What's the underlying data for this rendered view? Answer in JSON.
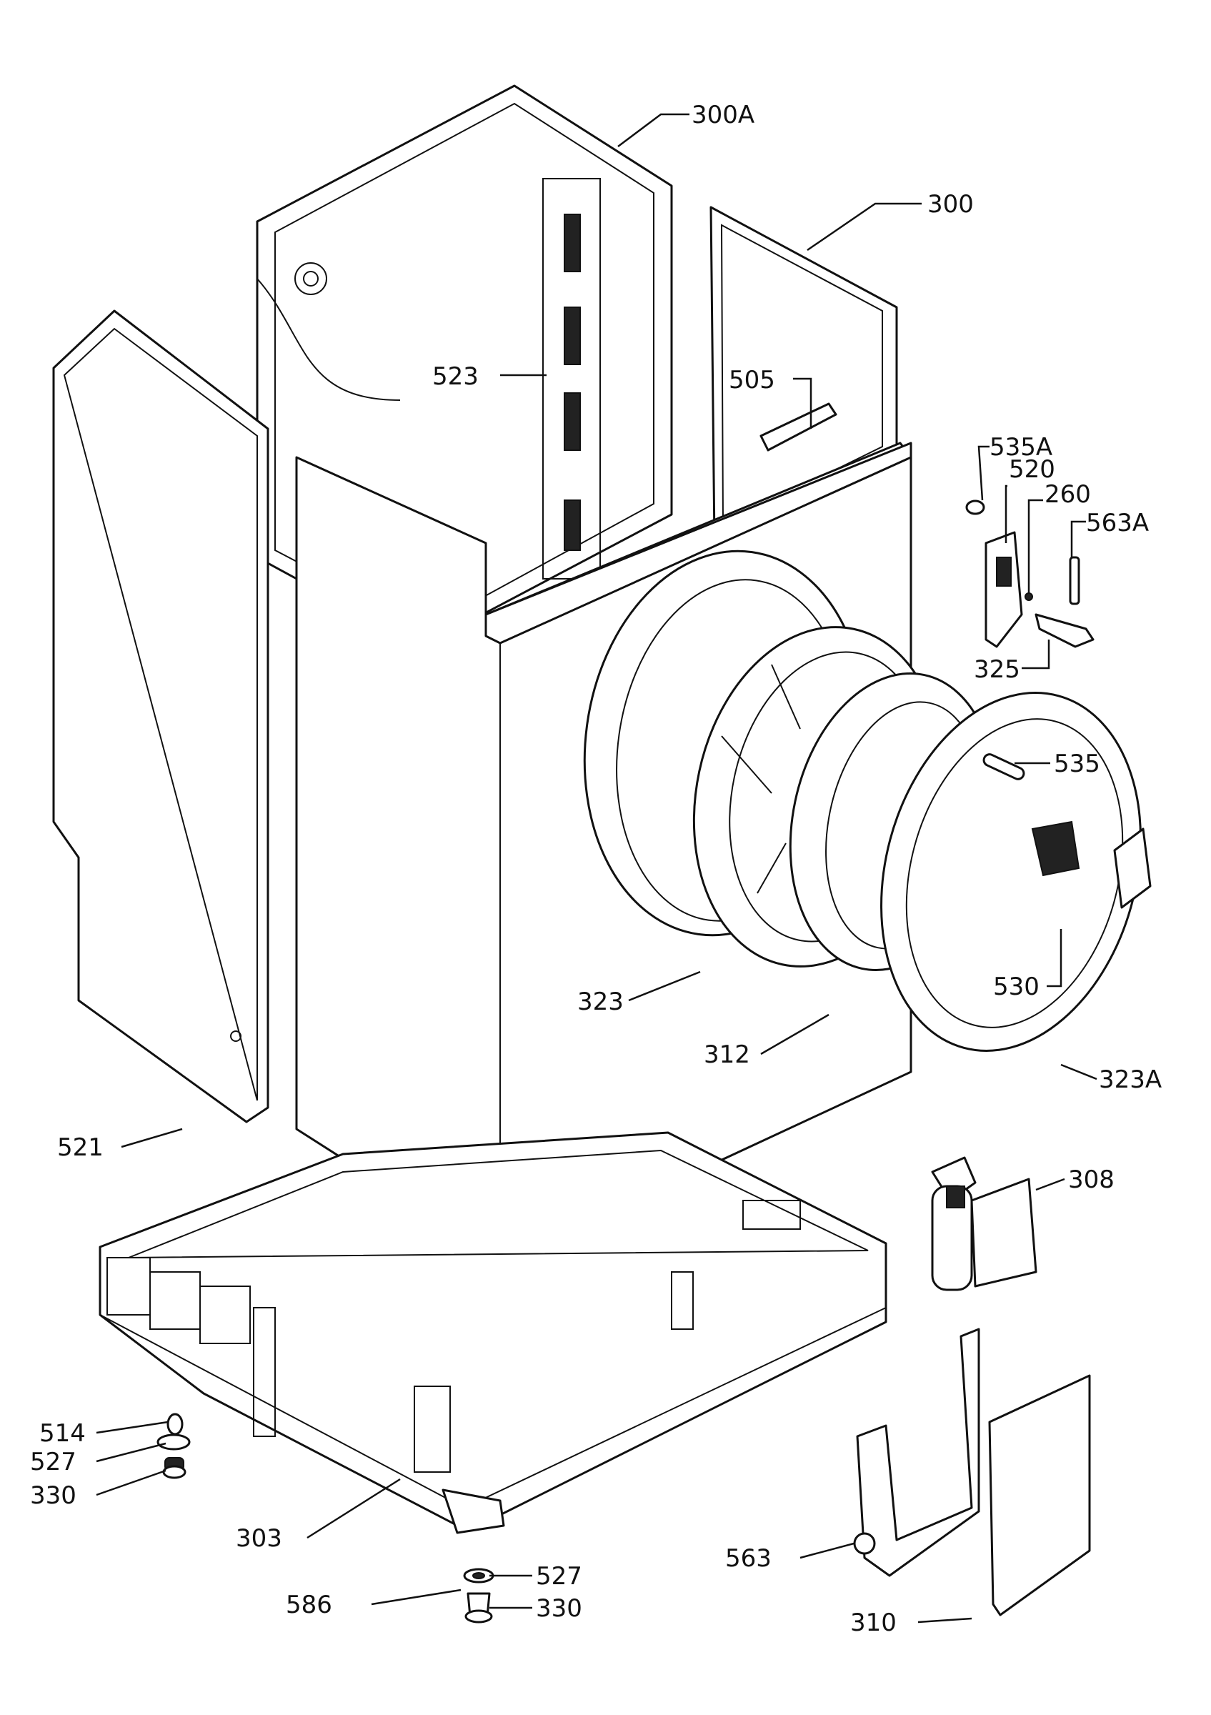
{
  "callouts": [
    {
      "id": "c300A",
      "label": "300A"
    },
    {
      "id": "c300",
      "label": "300"
    },
    {
      "id": "c523",
      "label": "523"
    },
    {
      "id": "c505",
      "label": "505"
    },
    {
      "id": "c535A",
      "label": "535A"
    },
    {
      "id": "c520",
      "label": "520"
    },
    {
      "id": "c260",
      "label": "260"
    },
    {
      "id": "c563A",
      "label": "563A"
    },
    {
      "id": "c325",
      "label": "325"
    },
    {
      "id": "c535",
      "label": "535"
    },
    {
      "id": "c530",
      "label": "530"
    },
    {
      "id": "c323",
      "label": "323"
    },
    {
      "id": "c312",
      "label": "312"
    },
    {
      "id": "c323A",
      "label": "323A"
    },
    {
      "id": "c521",
      "label": "521"
    },
    {
      "id": "c308",
      "label": "308"
    },
    {
      "id": "c514",
      "label": "514"
    },
    {
      "id": "c527a",
      "label": "527"
    },
    {
      "id": "c330a",
      "label": "330"
    },
    {
      "id": "c303",
      "label": "303"
    },
    {
      "id": "c586",
      "label": "586"
    },
    {
      "id": "c527b",
      "label": "527"
    },
    {
      "id": "c330b",
      "label": "330"
    },
    {
      "id": "c563",
      "label": "563"
    },
    {
      "id": "c310",
      "label": "310"
    }
  ]
}
